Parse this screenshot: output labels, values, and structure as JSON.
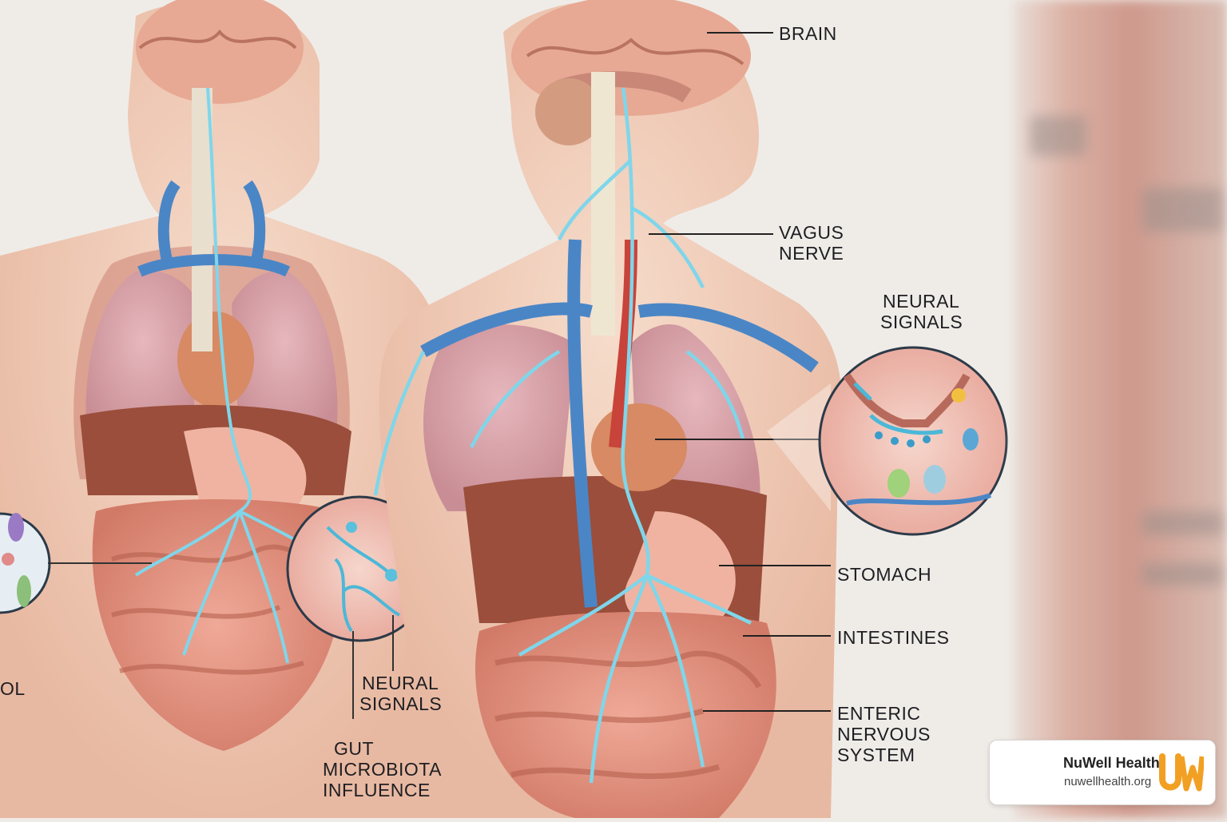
{
  "labels": {
    "brain": "BRAIN",
    "vagus_nerve_1": "VAGUS",
    "vagus_nerve_2": "NERVE",
    "neural_signals_right_1": "NEURAL",
    "neural_signals_right_2": "SIGNALS",
    "stomach": "STOMACH",
    "intestines": "INTESTINES",
    "enteric_1": "ENTERIC",
    "enteric_2": "NERVOUS",
    "enteric_3": "SYSTEM",
    "neural_signals_left_1": "NEURAL",
    "neural_signals_left_2": "SIGNALS",
    "gut_micro_1": "GUT",
    "gut_micro_2": "MICROBIOTA",
    "gut_micro_3": "INFLUENCE",
    "cut_label": "OL"
  },
  "badge": {
    "name": "NuWell Health",
    "url": "nuwellhealth.org",
    "logo_text": "UW"
  },
  "colors": {
    "skin": "#f1cfbc",
    "organ": "#d98b78",
    "lung": "#d9a3a8",
    "vessel_blue": "#4a86c6",
    "vessel_red": "#c8433a",
    "nerve": "#7fd6ea",
    "logo_orange": "#f2a023"
  }
}
